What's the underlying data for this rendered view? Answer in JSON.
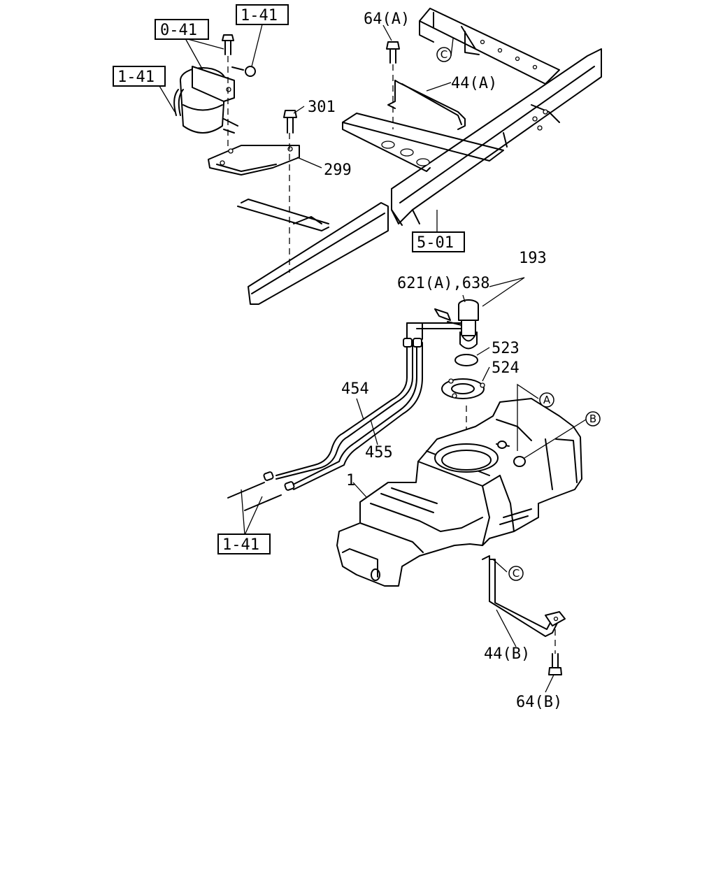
{
  "labels": {
    "p_64a": "64(A)",
    "p_44a": "44(A)",
    "p_301": "301",
    "p_299": "299",
    "p_193": "193",
    "p_621": "621(A),638",
    "p_523": "523",
    "p_524": "524",
    "p_454": "454",
    "p_455": "455",
    "p_1": "1",
    "p_44b": "44(B)",
    "p_64b": "64(B)"
  },
  "refs": {
    "r_041": "0-41",
    "r_141_top": "1-41",
    "r_141_left": "1-41",
    "r_501": "5-01",
    "r_141_bottom": "1-41"
  },
  "tags": {
    "a": "A",
    "b": "B",
    "c_top": "C",
    "c_bottom": "C"
  }
}
